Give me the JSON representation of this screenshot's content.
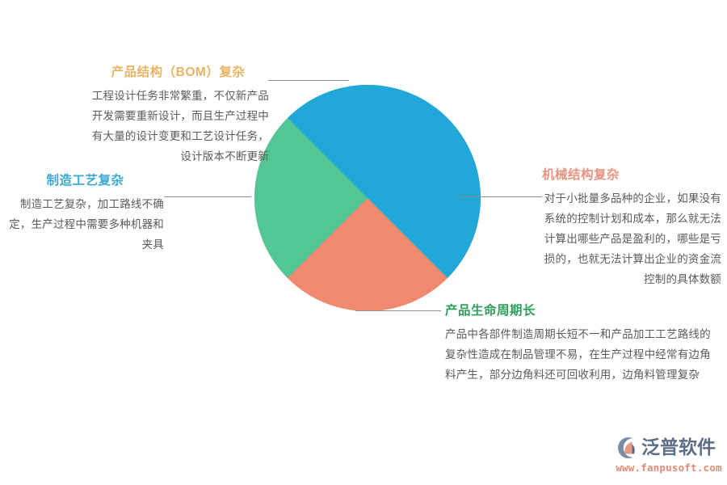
{
  "graphic": {
    "name": "pinwheel-diagram",
    "blades": [
      {
        "key": "bom",
        "color": "#fbb24b",
        "label": "orange-blade"
      },
      {
        "key": "mech",
        "color": "#ef8a70",
        "label": "salmon-blade"
      },
      {
        "key": "life",
        "color": "#52c795",
        "label": "green-blade"
      },
      {
        "key": "craft",
        "color": "#21a8d8",
        "label": "blue-blade"
      }
    ]
  },
  "sections": {
    "bom": {
      "title": "产品结构（BOM）复杂",
      "body": "工程设计任务非常繁重，不仅新产品开发需要重新设计，而且生产过程中有大量的设计变更和工艺设计任务，设计版本不断更新",
      "color": "#e8b462"
    },
    "craft": {
      "title": "制造工艺复杂",
      "body": "制造工艺复杂，加工路线不确定，生产过程中需要多种机器和夹具",
      "color": "#3aa8d3"
    },
    "mech": {
      "title": "机械结构复杂",
      "body": "对于小批量多品种的企业，如果没有系统的控制计划和成本，那么就无法计算出哪些产品是盈利的，哪些是亏损的，也就无法计算出企业的资金流控制的具体数额",
      "color": "#e6937f"
    },
    "life": {
      "title": "产品生命周期长",
      "body": "产品中各部件制造周期长短不一和产品加工工艺路线的复杂性造成在制品管理不易，在生产过程中经常有边角料产生，部分边角料还可回收利用，边角料管理复杂",
      "color": "#2f9d5b"
    }
  },
  "logo": {
    "brand": "泛普软件",
    "url": "www.fanpusoft.com",
    "brand_color": "#5d6d88",
    "url_color": "#e08a74"
  }
}
